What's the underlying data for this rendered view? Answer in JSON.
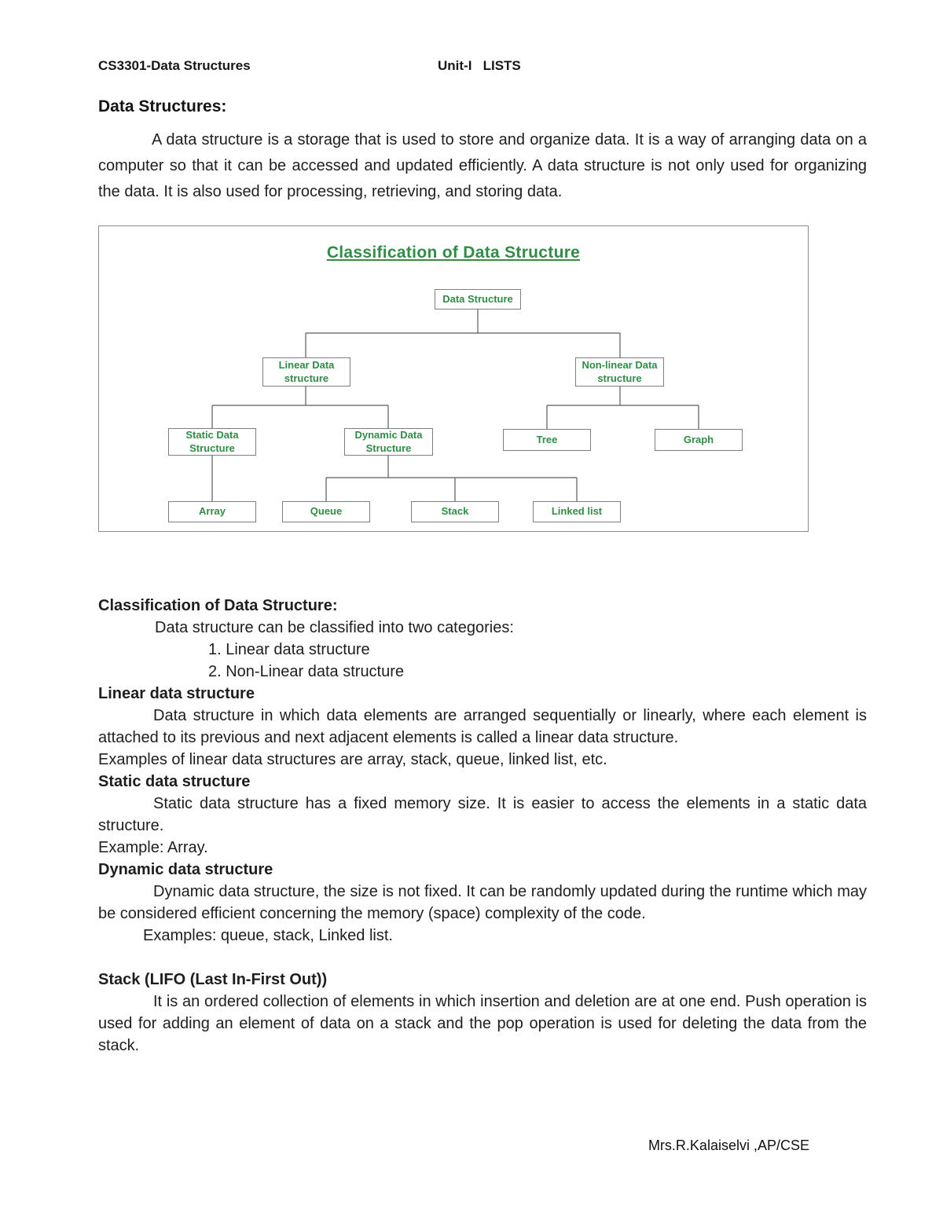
{
  "header": {
    "course": "CS3301-Data Structures",
    "unit": "Unit-I   LISTS"
  },
  "content": {
    "heading": "Data Structures:",
    "intro": "A data structure is a storage that is used to store and organize data. It is a way of arranging data on a computer so that it can be accessed and updated efficiently. A data structure is not only used for organizing the data. It is also used for processing, retrieving, and storing data.",
    "classification_heading": "Classification of Data Structure:",
    "classification_intro": "Data structure can be classified into two categories:",
    "classification_item1": "1. Linear data structure",
    "classification_item2": "2. Non-Linear data structure",
    "linear_heading": "Linear data structure",
    "linear_paragraph": "Data structure in which data elements are arranged sequentially or linearly, where each element is attached to its previous and next adjacent elements is called a linear data structure.",
    "linear_examples": "Examples of linear data structures are array, stack, queue, linked list, etc.",
    "static_heading": "Static data structure",
    "static_paragraph": "Static data structure has a fixed memory size. It is easier to access the elements in a static data structure.",
    "static_example": "Example: Array.",
    "dynamic_heading": "Dynamic data structure",
    "dynamic_paragraph": "Dynamic data structure, the size is not fixed. It can be randomly updated during the runtime which may be considered efficient concerning the memory (space) complexity of the code.",
    "dynamic_examples": "Examples: queue, stack, Linked list.",
    "stack_heading": "Stack (LIFO (Last In-First Out))",
    "stack_paragraph": "It is an ordered collection of elements in which insertion and deletion are at one end. Push operation is used for adding an element of data on a stack and the pop operation is used for deleting the data from the stack."
  },
  "figure": {
    "title": "Classification of Data Structure",
    "nodes": {
      "root": "Data Structure",
      "linear": "Linear Data structure",
      "nonlinear": "Non-linear Data structure",
      "static": "Static Data Structure",
      "dynamic": "Dynamic Data Structure",
      "tree": "Tree",
      "graph": "Graph",
      "array": "Array",
      "queue": "Queue",
      "stack": "Stack",
      "linked": "Linked list"
    },
    "colors": {
      "accent_green": "#2f8d46",
      "node_border": "#7e7e7e",
      "connector_line": "#5a5a5a"
    }
  },
  "footer": {
    "author": "Mrs.R.Kalaiselvi ,AP/CSE"
  }
}
